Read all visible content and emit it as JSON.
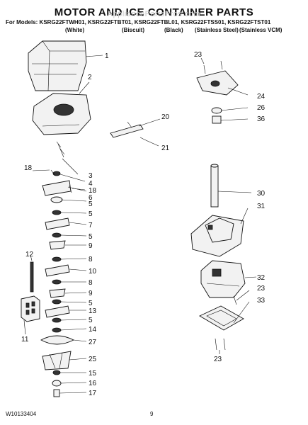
{
  "header": {
    "title": "MOTOR AND ICE CONTAINER PARTS",
    "watermark": "AppliancePartsPros.com",
    "models_line": "For Models: KSRG22FTWH01, KSRG22FTBT01, KSRG22FTBL01, KSRG22FTSS01, KSRG22FTST01",
    "variants": [
      "(White)",
      "(Biscuit)",
      "(Black)",
      "(Stainless Steel)",
      "(Stainless VCM)"
    ]
  },
  "callouts": [
    "1",
    "2",
    "3",
    "4",
    "5",
    "6",
    "5",
    "7",
    "5",
    "9",
    "8",
    "10",
    "8",
    "9",
    "5",
    "13",
    "5",
    "14",
    "27",
    "25",
    "15",
    "16",
    "17",
    "12",
    "11",
    "18",
    "18",
    "20",
    "21",
    "23",
    "24",
    "26",
    "36",
    "30",
    "31",
    "32",
    "23",
    "33",
    "23"
  ],
  "footer": {
    "code": "W10133404",
    "page": "9"
  }
}
